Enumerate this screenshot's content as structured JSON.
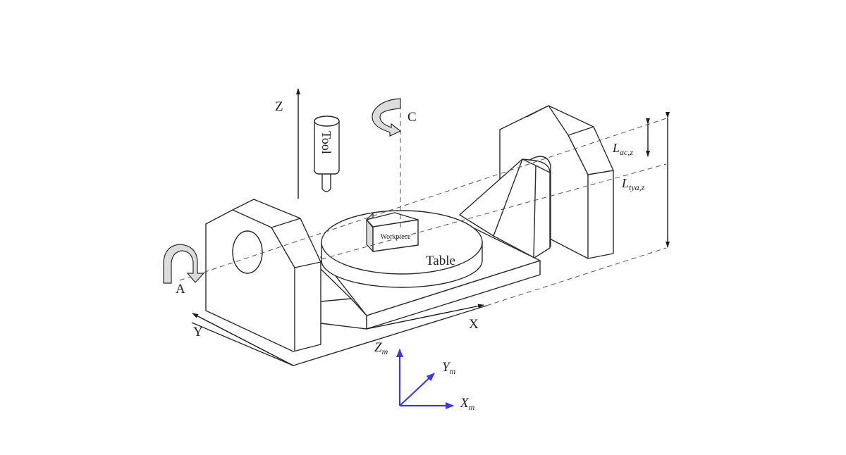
{
  "diagram": {
    "type": "five-axis machine tool (trunnion table A/C)",
    "labels": {
      "z_axis": "Z",
      "c_axis": "C",
      "a_axis": "A",
      "y_axis": "Y",
      "x_axis": "X",
      "tool": "Tool",
      "workpiece": "Workpiece",
      "table": "Table",
      "l_ac_main": "L",
      "l_ac_sub": "ac,z",
      "l_tya_main": "L",
      "l_tya_sub": "tya,z",
      "zm_main": "Z",
      "zm_sub": "m",
      "ym_main": "Y",
      "ym_sub": "m",
      "xm_main": "X",
      "xm_sub": "m"
    },
    "colors": {
      "line": "#2a2a2a",
      "machine_frame_axes": "#3a3ae0",
      "shade": "#dcdcdc"
    }
  }
}
